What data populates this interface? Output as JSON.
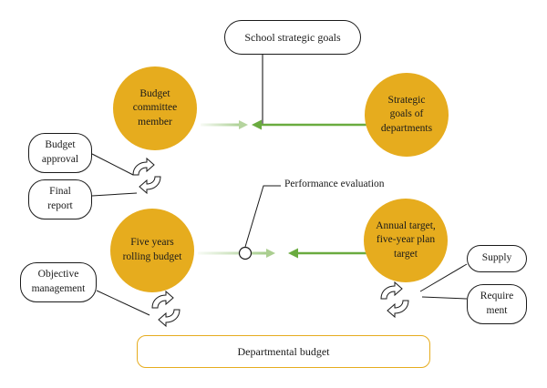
{
  "nodes": {
    "school_goals": "School strategic goals",
    "budget_committee": "Budget\ncommittee\nmember",
    "strategic_goals": "Strategic\ngoals of\ndepartments",
    "budget_approval": "Budget\napproval",
    "final_report": "Final\nreport",
    "performance_evaluation": "Performance evaluation",
    "five_years": "Five years\nrolling budget",
    "annual_target": "Annual target,\nfive-year plan\ntarget",
    "objective_management": "Objective\nmanagement",
    "supply": "Supply",
    "requirement": "Require\nment",
    "departmental_budget": "Departmental budget"
  },
  "colors": {
    "circle_fill": "#e6ac1e",
    "arrow_green": "#6aab3f",
    "arrow_green_light": "#cde3b8",
    "outline": "#1a1a1a",
    "dept_border": "#e6ac1e"
  },
  "icons": {
    "cycle": "cycle-arrows-icon"
  }
}
